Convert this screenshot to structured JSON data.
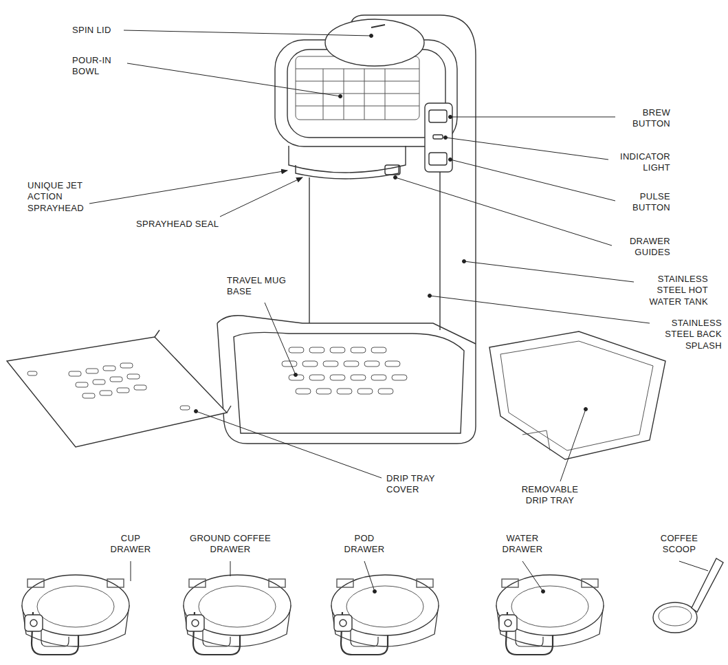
{
  "diagram": {
    "labels": [
      "SPIN LID",
      "POUR-IN BOWL",
      "UNIQUE JET ACTION SPRAYHEAD",
      "SPRAYHEAD SEAL",
      "TRAVEL MUG BASE",
      "DRIP TRAY COVER",
      "BREW BUTTON",
      "INDICATOR LIGHT",
      "PULSE BUTTON",
      "DRAWER GUIDES",
      "STAINLESS STEEL HOT WATER TANK",
      "STAINLESS STEEL BACK SPLASH",
      "REMOVABLE DRIP TRAY",
      "CUP DRAWER",
      "GROUND COFFEE DRAWER",
      "POD DRAWER",
      "WATER DRAWER",
      "COFFEE SCOOP"
    ]
  }
}
